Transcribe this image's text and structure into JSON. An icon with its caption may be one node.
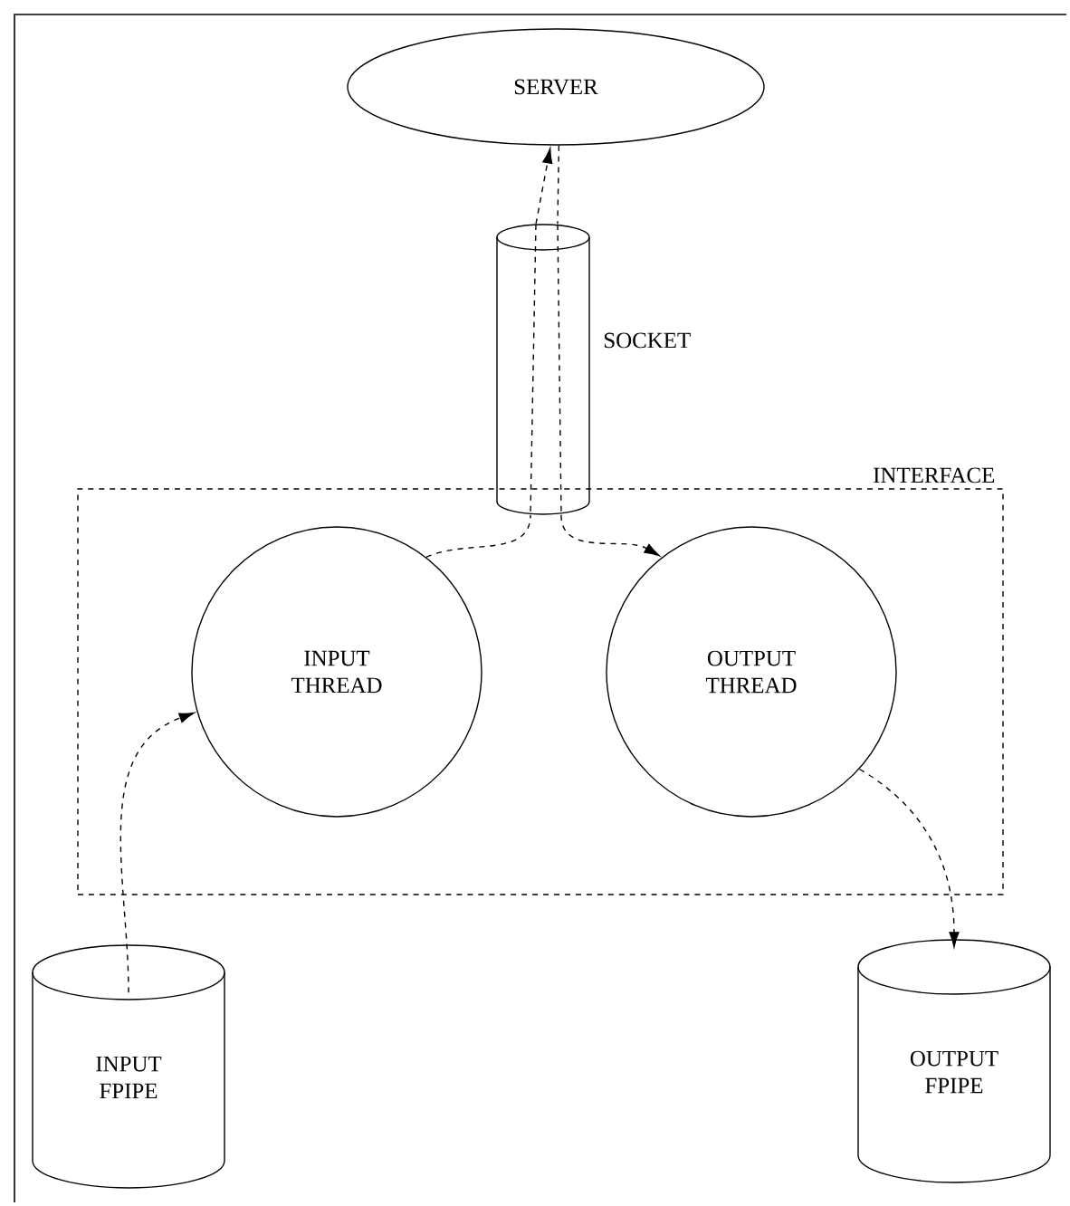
{
  "diagram": {
    "nodes": [
      {
        "text": [
          "SERVER"
        ]
      },
      {
        "text": [
          "INTERFACE"
        ]
      },
      {
        "text": [],
        "shape": "cylinder",
        "beside": [
          "SOCKET"
        ]
      },
      {
        "text": [
          "INPUT THREAD"
        ],
        "in": 1
      },
      {
        "text": [
          "OUTPUT THREAD"
        ],
        "in": 1
      },
      {
        "text": [
          "INPUT FPIPE"
        ]
      },
      {
        "text": [
          "OUTPUT FPIPE"
        ]
      }
    ],
    "edges": [
      {
        "from": 3,
        "to": 2,
        "arrow": "none",
        "style": "dashed"
      },
      {
        "from": 2,
        "to": 0,
        "arrow": "to",
        "style": "dashed"
      },
      {
        "from": 0,
        "to": 2,
        "arrow": "none",
        "style": "dashed"
      },
      {
        "from": 2,
        "to": 4,
        "arrow": "to",
        "style": "dashed"
      },
      {
        "from": 5,
        "to": 3,
        "arrow": "to",
        "style": "dashed"
      },
      {
        "from": 4,
        "to": 6,
        "arrow": "to",
        "style": "dashed"
      }
    ]
  }
}
